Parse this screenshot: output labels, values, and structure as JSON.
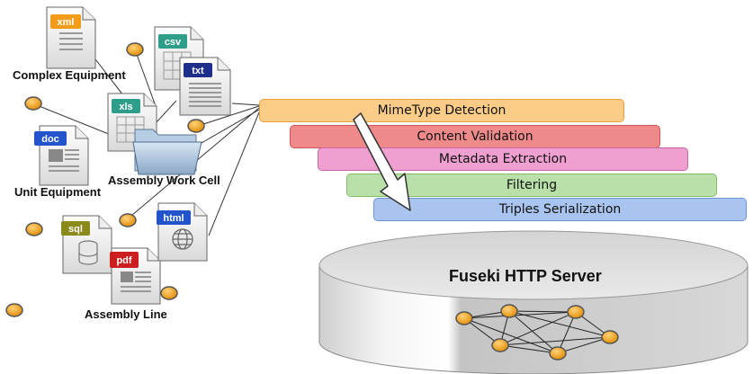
{
  "sources": [
    {
      "tag": "xml",
      "color": "#f39c1a"
    },
    {
      "tag": "csv",
      "color": "#2e9e8a"
    },
    {
      "tag": "txt",
      "color": "#1d2f8a"
    },
    {
      "tag": "xls",
      "color": "#2e9e8a"
    },
    {
      "tag": "doc",
      "color": "#2255cc"
    },
    {
      "tag": "sql",
      "color": "#8a8a1a"
    },
    {
      "tag": "pdf",
      "color": "#cc1f1f"
    },
    {
      "tag": "html",
      "color": "#2255cc"
    }
  ],
  "source_labels": {
    "complex_equipment": "Complex Equipment",
    "assembly_work_cell": "Assembly Work Cell",
    "unit_equipment": "Unit Equipment",
    "assembly_line": "Assembly Line"
  },
  "pipeline": [
    {
      "label": "MimeType Detection",
      "fill": "#fbcc88",
      "border": "#e8a13a"
    },
    {
      "label": "Content Validation",
      "fill": "#ef8a8a",
      "border": "#d05555"
    },
    {
      "label": "Metadata Extraction",
      "fill": "#f0a0d0",
      "border": "#c868a8"
    },
    {
      "label": "Filtering",
      "fill": "#b8e0a8",
      "border": "#7fbf6a"
    },
    {
      "label": "Triples Serialization",
      "fill": "#a8c4ef",
      "border": "#6a94d6"
    }
  ],
  "server": {
    "title": "Fuseki HTTP Server",
    "node_color": "#f5a31a"
  }
}
